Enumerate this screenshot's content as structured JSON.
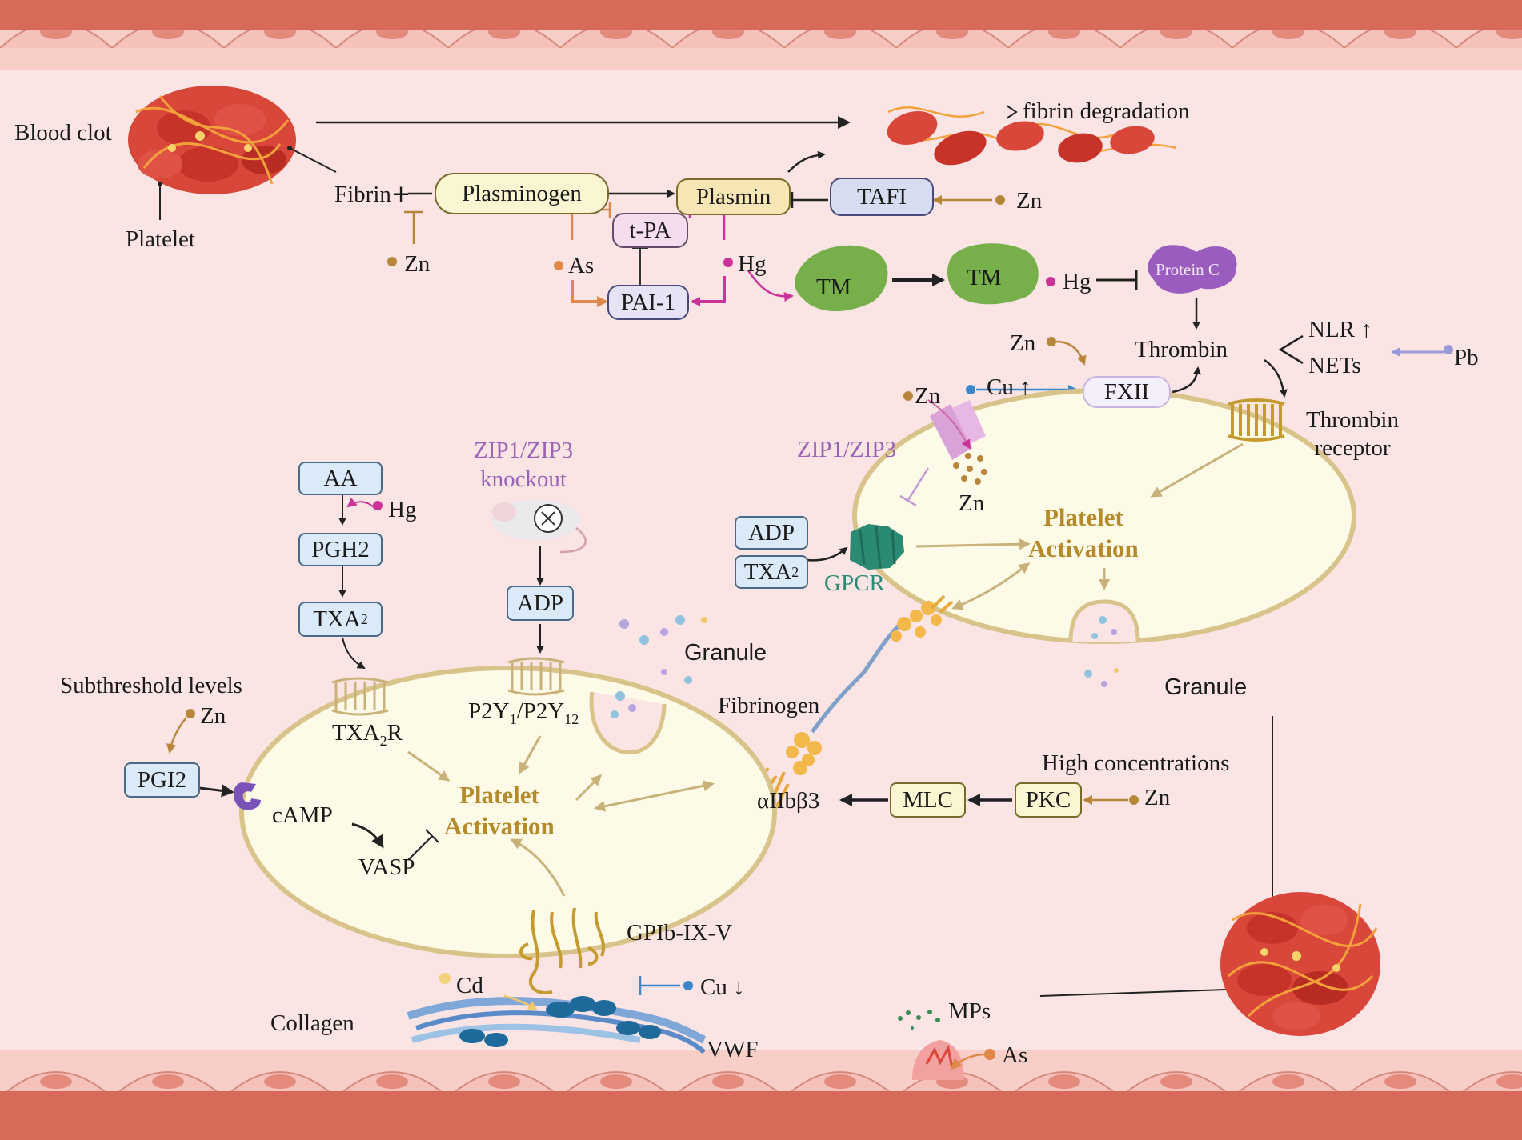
{
  "colors": {
    "vessel_wall": "#d86a5a",
    "background": "#fbe4e4",
    "cell_border": "#d8c38a",
    "cell_fill": "#fdfbe7",
    "zn": "#b8863b",
    "hg": "#cc3399",
    "as": "#e0884a",
    "cu": "#3a87cc",
    "cd": "#f2d27a",
    "pb": "#9a9ad8",
    "activation_text": "#b58a2a",
    "zip_text": "#9b63b6",
    "tm": "#77b04a",
    "gpcr": "#2a8a73"
  },
  "icons": [
    "blood-clot-icon",
    "red-blood-cell-icon",
    "mouse-icon",
    "receptor-icon",
    "granule-icon",
    "fibrinogen-icon",
    "collagen-icon",
    "vwf-icon",
    "mp-icon"
  ],
  "top": {
    "blood_clot": "Blood clot",
    "platelet": "Platelet",
    "fibrin_degradation": "fibrin degradation",
    "fibrin": "Fibrin",
    "plasminogen": "Plasminogen",
    "plasmin": "Plasmin",
    "tafi": "TAFI",
    "zn_tafi": "Zn",
    "zn_fibrin": "Zn",
    "tpa": "t-PA",
    "as": "As",
    "hg": "Hg",
    "pai1": "PAI-1",
    "tm1": "TM",
    "tm2": "TM",
    "hg_tm": "Hg",
    "protein_c": "Protein C"
  },
  "right": {
    "zn_fxii": "Zn",
    "thrombin": "Thrombin",
    "nlr": "NLR",
    "nets": "NETs",
    "pb": "Pb",
    "cu_up": "Cu",
    "fxii": "FXII",
    "zn_zip": "Zn",
    "zip": "ZIP1/ZIP3",
    "zn_in": "Zn",
    "thrombin_receptor": "Thrombin\nreceptor",
    "adp": "ADP",
    "txa2": "TXA",
    "gpcr": "GPCR",
    "activation": "Platelet\nActivation",
    "granule": "Granule"
  },
  "left": {
    "aa": "AA",
    "hg": "Hg",
    "pgh2": "PGH2",
    "txa2": "TXA",
    "zip_knockout": "ZIP1/ZIP3\nknockout",
    "adp": "ADP",
    "granule": "Granule",
    "subthreshold": "Subthreshold levels",
    "zn": "Zn",
    "txa2r": "TXA",
    "p2y": "P2Y",
    "pgi2": "PGI2",
    "camp": "cAMP",
    "vasp": "VASP",
    "activation": "Platelet\nActivation",
    "fibrinogen": "Fibrinogen",
    "high_conc": "High concentrations",
    "aiib": "αIIbβ3",
    "mlc": "MLC",
    "pkc": "PKC",
    "zn_pkc": "Zn",
    "gpib": "GPIb-IX-V",
    "cd": "Cd",
    "cu_down": "Cu",
    "collagen": "Collagen",
    "vwf": "VWF",
    "mps": "MPs",
    "as": "As"
  }
}
